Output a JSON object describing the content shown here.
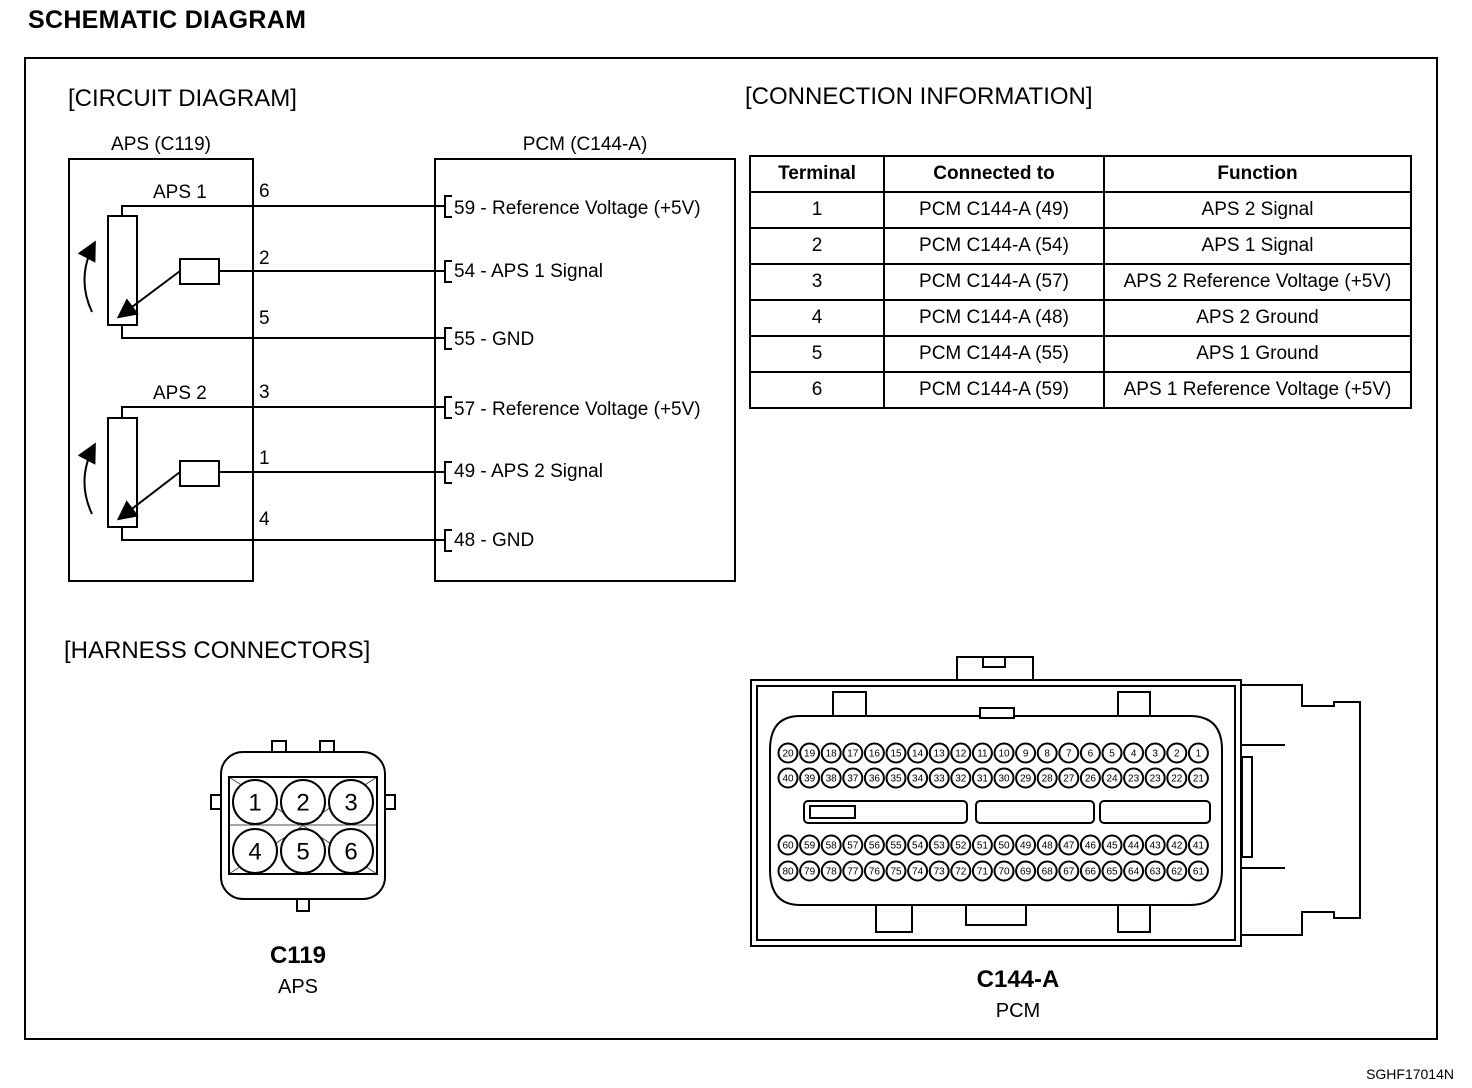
{
  "page_title": "SCHEMATIC DIAGRAM",
  "figure_code": "SGHF17014N",
  "sections": {
    "circuit": "[CIRCUIT DIAGRAM]",
    "connection": "[CONNECTION INFORMATION]",
    "harness": "[HARNESS CONNECTORS]"
  },
  "circuit": {
    "aps_box_label": "APS (C119)",
    "pcm_box_label": "PCM (C144-A)",
    "sensor1_label": "APS 1",
    "sensor2_label": "APS 2",
    "aps_pins": [
      "6",
      "2",
      "5",
      "3",
      "1",
      "4"
    ],
    "pcm_terminals": [
      "59 - Reference Voltage (+5V)",
      "54 - APS 1 Signal",
      "55 - GND",
      "57 - Reference Voltage (+5V)",
      "49 - APS 2 Signal",
      "48 - GND"
    ]
  },
  "connection_table": {
    "headers": [
      "Terminal",
      "Connected to",
      "Function"
    ],
    "rows": [
      [
        "1",
        "PCM C144-A (49)",
        "APS 2 Signal"
      ],
      [
        "2",
        "PCM C144-A (54)",
        "APS 1 Signal"
      ],
      [
        "3",
        "PCM C144-A (57)",
        "APS 2 Reference Voltage (+5V)"
      ],
      [
        "4",
        "PCM C144-A (48)",
        "APS 2 Ground"
      ],
      [
        "5",
        "PCM C144-A (55)",
        "APS 1 Ground"
      ],
      [
        "6",
        "PCM C144-A (59)",
        "APS 1 Reference Voltage (+5V)"
      ]
    ]
  },
  "connectors": {
    "c119": {
      "name": "C119",
      "desc": "APS",
      "pins": [
        "1",
        "2",
        "3",
        "4",
        "5",
        "6"
      ]
    },
    "c144a": {
      "name": "C144-A",
      "desc": "PCM",
      "rows": [
        [
          "20",
          "19",
          "18",
          "17",
          "16",
          "15",
          "14",
          "13",
          "12",
          "11",
          "10",
          "9",
          "8",
          "7",
          "6",
          "5",
          "4",
          "3",
          "2",
          "1"
        ],
        [
          "40",
          "39",
          "38",
          "37",
          "36",
          "35",
          "34",
          "33",
          "32",
          "31",
          "30",
          "29",
          "28",
          "27",
          "26",
          "24",
          "23",
          "23",
          "22",
          "21"
        ],
        [
          "60",
          "59",
          "58",
          "57",
          "56",
          "55",
          "54",
          "53",
          "52",
          "51",
          "50",
          "49",
          "48",
          "47",
          "46",
          "45",
          "44",
          "43",
          "42",
          "41"
        ],
        [
          "80",
          "79",
          "78",
          "77",
          "76",
          "75",
          "74",
          "73",
          "72",
          "71",
          "70",
          "69",
          "68",
          "67",
          "66",
          "65",
          "64",
          "63",
          "62",
          "61"
        ]
      ]
    }
  }
}
